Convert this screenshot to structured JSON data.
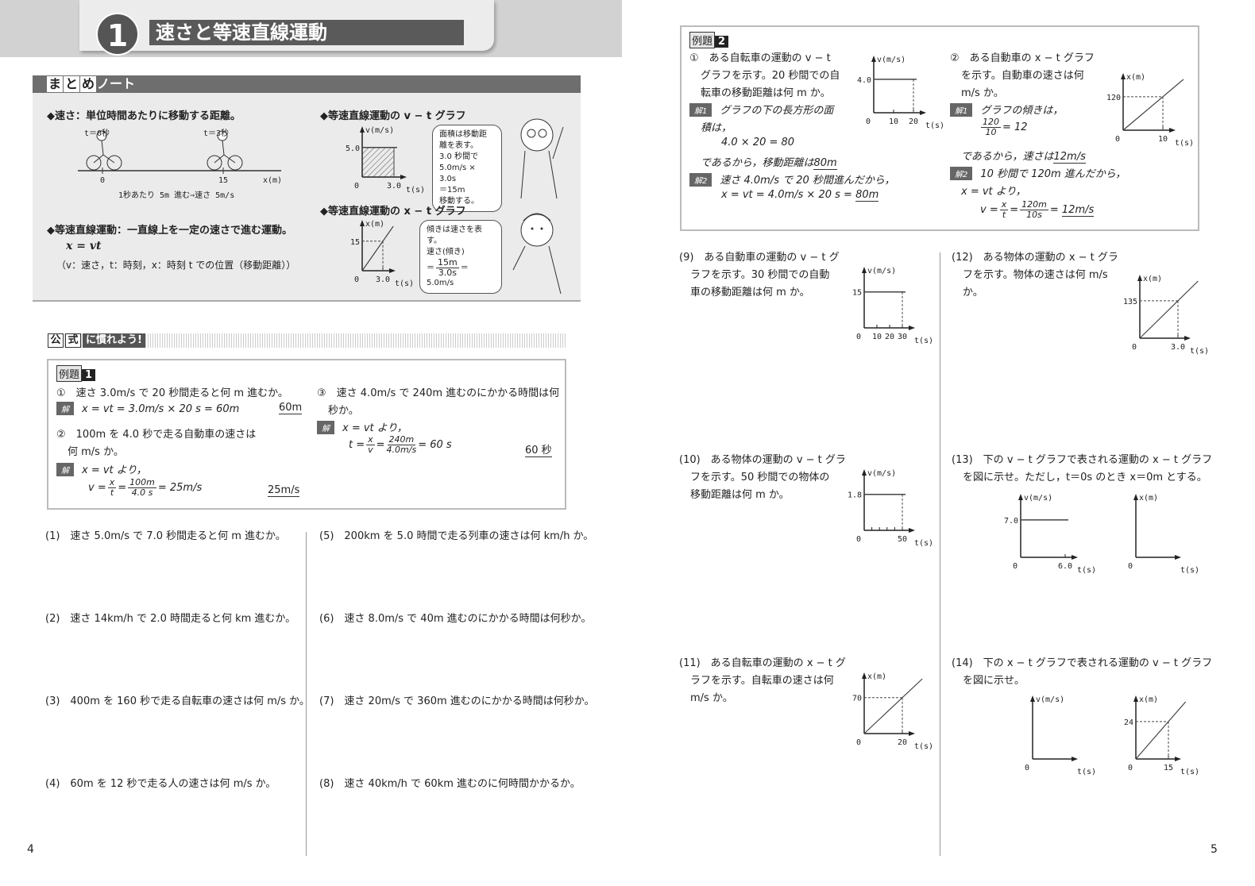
{
  "chapter": {
    "number": "1",
    "title": "速さと等速直線運動"
  },
  "summary": {
    "tag_chars": [
      "ま",
      "と",
      "め"
    ],
    "tag_rest": "ノート",
    "speed_heading": "◆速さ：単位時間あたりに移動する距離。",
    "bike_t0": "t＝0秒",
    "bike_t3": "t＝3秒",
    "axis_0": "0",
    "axis_15": "15",
    "axis_label": "x(m)",
    "bike_caption": "1秒あたり 5m 進む⇒速さ 5m/s",
    "uniform_heading": "◆等速直線運動：一直線上を一定の速さで進む運動。",
    "formula": "x = vt",
    "formula_note": "（v：速さ，t：時刻，x：時刻 t での位置（移動距離））",
    "vt_heading": "◆等速直線運動の v − t グラフ",
    "vt_bubble": [
      "面積は移動距",
      "離を表す。",
      "3.0 秒間で",
      "5.0m/s × 3.0s",
      "＝15m",
      "移動する。"
    ],
    "xt_heading": "◆等速直線運動の x − t グラフ",
    "xt_bubble": [
      "傾きは速さを表す。",
      "速さ(傾き)"
    ],
    "xt_bubble_eq": {
      "pre": "＝",
      "num": "15m",
      "den": "3.0s",
      "post": "＝5.0m/s"
    }
  },
  "formula_section": {
    "chars": [
      "公",
      "式"
    ],
    "rest": "に慣れよう!"
  },
  "example1": {
    "label": "例題",
    "num": "1",
    "q1": "①　速さ 3.0m/s で 20 秒間走ると何 m 進むか。",
    "a1": "x = vt = 3.0m/s × 20 s = 60m",
    "a1_ans": "60m",
    "q2a": "②　100m を 4.0 秒で走る自動車の速さは",
    "q2b": "何 m/s か。",
    "a2a": "x = vt より，",
    "a2_pre": "v =",
    "a2_f1n": "x",
    "a2_f1d": "t",
    "a2_f2n": "100m",
    "a2_f2d": "4.0 s",
    "a2_post": "= 25m/s",
    "a2_ans": "25m/s",
    "q3a": "③　速さ 4.0m/s で 240m 進むのにかかる時間は何",
    "q3b": "秒か。",
    "a3a": "x = vt より，",
    "a3_pre": "t =",
    "a3_f1n": "x",
    "a3_f1d": "v",
    "a3_f2n": "240m",
    "a3_f2d": "4.0m/s",
    "a3_post": "= 60 s",
    "a3_ans": "60 秒",
    "kai": "解"
  },
  "problems_left": [
    "(1)　速さ 5.0m/s で 7.0 秒間走ると何 m 進むか。",
    "(2)　速さ 14km/h で 2.0 時間走ると何 km 進むか。",
    "(3)　400m を 160 秒で走る自転車の速さは何 m/s か。",
    "(4)　60m を 12 秒で走る人の速さは何 m/s か。",
    "(5)　200km を 5.0 時間で走る列車の速さは何 km/h か。",
    "(6)　速さ 8.0m/s で 40m 進むのにかかる時間は何秒か。",
    "(7)　速さ 20m/s で 360m 進むのにかかる時間は何秒か。",
    "(8)　速さ 40km/h で 60km 進むのに何時間かかるか。"
  ],
  "example2": {
    "label": "例題",
    "num": "2",
    "q1": [
      "①　ある自転車の運動の v − t",
      "グラフを示す。20 秒間での自",
      "転車の移動距離は何 m か。"
    ],
    "s1_kai1": "解1",
    "s1_l1": "グラフの下の長方形の面",
    "s1_l2": "積は，",
    "s1_l3": "4.0 × 20 = 80",
    "s1_l4": "であるから，移動距離は",
    "s1_ans": "80m",
    "s1_kai2": "解2",
    "s1_l5": "速さ 4.0m/s で 20 秒間進んだから，",
    "s1_l6": "x = vt = 4.0m/s × 20 s =",
    "s1_ans2": "80m",
    "q2": [
      "②　ある自動車の x − t グラフ",
      "を示す。自動車の速さは何",
      "m/s か。"
    ],
    "s2_kai1": "解1",
    "s2_l1": "グラフの傾きは，",
    "s2_fn": "120",
    "s2_fd": "10",
    "s2_l2": "= 12",
    "s2_l3": "であるから，速さは",
    "s2_ans": "12m/s",
    "s2_kai2": "解2",
    "s2_l4": "10 秒間で 120m 進んだから，",
    "s2_l5": "x = vt より，",
    "s2_pre": "v =",
    "s2_f1n": "x",
    "s2_f1d": "t",
    "s2_f2n": "120m",
    "s2_f2d": "10s",
    "s2_post": "=",
    "s2_ans2": "12m/s"
  },
  "problems_right": [
    {
      "text": [
        "(9)　ある自動車の運動の v − t グ",
        "ラフを示す。30 秒間での自動",
        "車の移動距離は何 m か。"
      ]
    },
    {
      "text": [
        "(10)　ある物体の運動の v − t グラ",
        "フを示す。50 秒間での物体の",
        "移動距離は何 m か。"
      ]
    },
    {
      "text": [
        "(11)　ある自転車の運動の x − t グ",
        "ラフを示す。自転車の速さは何",
        "m/s か。"
      ]
    },
    {
      "text": [
        "(12)　ある物体の運動の x − t グラ",
        "フを示す。物体の速さは何 m/s",
        "か。"
      ]
    },
    {
      "text": [
        "(13)　下の v − t グラフで表される運動の x − t グラフ",
        "を図に示せ。ただし，t＝0s のとき x＝0m とする。"
      ]
    },
    {
      "text": [
        "(14)　下の x − t グラフで表される運動の v − t グラフ",
        "を図に示せ。"
      ]
    }
  ],
  "graphs": {
    "sum_vt": {
      "y": "v(m/s)",
      "x": "t(s)",
      "o": "0",
      "yv": "5.0",
      "ticks": [
        "3.0"
      ],
      "mark": 0,
      "kind": "const",
      "hatch": true
    },
    "sum_xt": {
      "y": "x(m)",
      "x": "t(s)",
      "o": "0",
      "yv": "15",
      "ticks": [
        "3.0"
      ],
      "mark": 0,
      "kind": "slope"
    },
    "ex2_1": {
      "y": "v(m/s)",
      "x": "t(s)",
      "o": "0",
      "yv": "4.0",
      "ticks": [
        "10",
        "20"
      ],
      "mark": 1,
      "kind": "const"
    },
    "ex2_2": {
      "y": "x(m)",
      "x": "t(s)",
      "o": "0",
      "yv": "120",
      "ticks": [
        "10"
      ],
      "mark": 0,
      "kind": "slope"
    },
    "p9": {
      "y": "v(m/s)",
      "x": "t(s)",
      "o": "0",
      "yv": "15",
      "ticks": [
        "10",
        "20",
        "30"
      ],
      "mark": 2,
      "kind": "const"
    },
    "p10": {
      "y": "v(m/s)",
      "x": "t(s)",
      "o": "0",
      "yv": "1.8",
      "ticks": [
        "",
        "",
        "",
        "",
        "50"
      ],
      "mark": 4,
      "kind": "const"
    },
    "p11": {
      "y": "x(m)",
      "x": "t(s)",
      "o": "0",
      "yv": "70",
      "ticks": [
        "20"
      ],
      "mark": 0,
      "kind": "slope"
    },
    "p12": {
      "y": "x(m)",
      "x": "t(s)",
      "o": "0",
      "yv": "135",
      "ticks": [
        "3.0"
      ],
      "mark": 0,
      "kind": "slope",
      "steep": true
    },
    "p13a": {
      "y": "v(m/s)",
      "x": "t(s)",
      "o": "0",
      "yv": "7.0",
      "ticks": [
        "6.0"
      ],
      "mark": -1,
      "kind": "const"
    },
    "p13b": {
      "y": "x(m)",
      "x": "t(s)",
      "o": "0",
      "yv": "",
      "ticks": [],
      "mark": -1,
      "kind": "none"
    },
    "p14a": {
      "y": "v(m/s)",
      "x": "t(s)",
      "o": "0",
      "yv": "",
      "ticks": [],
      "mark": -1,
      "kind": "none"
    },
    "p14b": {
      "y": "x(m)",
      "x": "t(s)",
      "o": "0",
      "yv": "24",
      "ticks": [
        "15"
      ],
      "mark": 0,
      "kind": "slope"
    }
  },
  "page_numbers": {
    "left": "4",
    "right": "5"
  }
}
